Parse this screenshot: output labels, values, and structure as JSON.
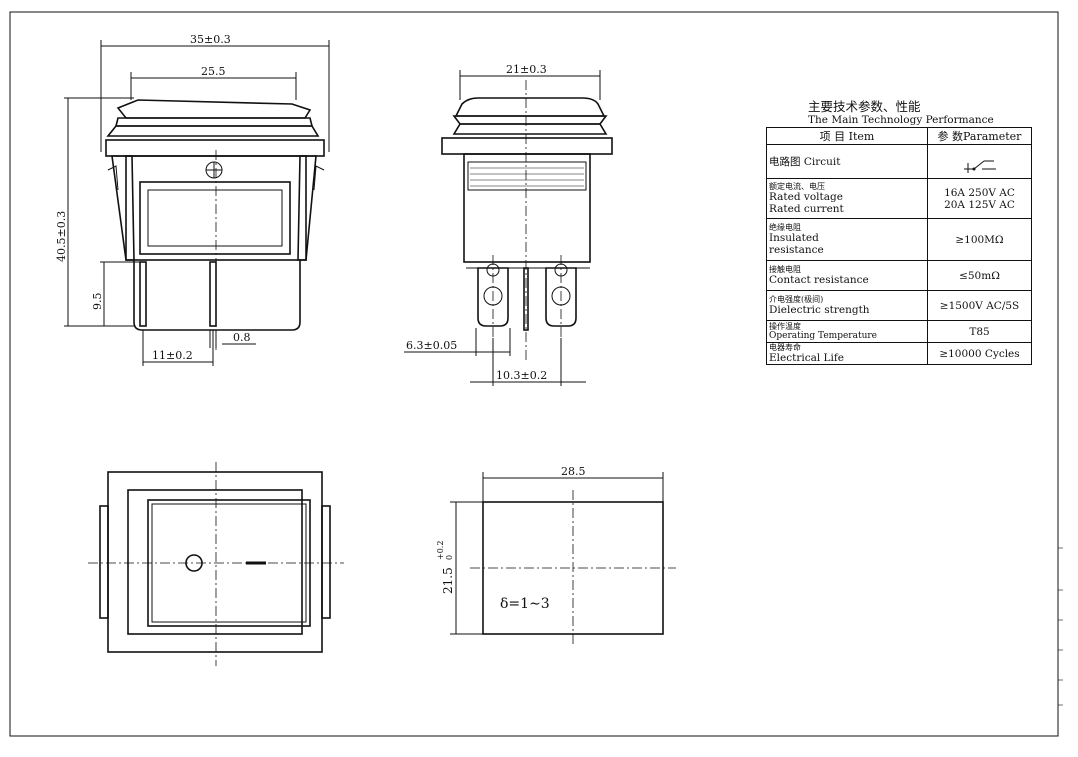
{
  "dimensions": {
    "front_width": "35±0.3",
    "front_body_width": "25.5",
    "side_width": "21±0.3",
    "height": "40.5±0.3",
    "terminal_length": "9.5",
    "terminal_thickness": "0.8",
    "terminal_spacing": "11±0.2",
    "terminal_width": "6.3±0.05",
    "side_terminal_spacing": "10.3±0.2",
    "cutout_width": "28.5",
    "cutout_height": "21.5",
    "cutout_height_tol_upper": "+0.2",
    "cutout_height_tol_lower": "0",
    "panel_thickness": "δ=1∼3"
  },
  "spec_table": {
    "title_cn": "主要技术参数、性能",
    "title_en": "The Main Technology Performance",
    "header_item": "项 目 Item",
    "header_param": "参 数Parameter",
    "rows": [
      {
        "item_cn": "",
        "item_en": "电路图 Circuit",
        "param": ""
      },
      {
        "item_cn": "额定电流、电压",
        "item_en": "Rated voltage\nRated current",
        "param": "16A 250V AC\n20A 125V AC"
      },
      {
        "item_cn": "绝缘电阻",
        "item_en": "Insulated\nresistance",
        "param": "≥100MΩ"
      },
      {
        "item_cn": "接触电阻",
        "item_en": "Contact resistance",
        "param": "≤50mΩ"
      },
      {
        "item_cn": "介电强度(极间)",
        "item_en": "Dielectric strength",
        "param": "≥1500V AC/5S"
      },
      {
        "item_cn": "操作温度",
        "item_en": "Operating Temperature",
        "param": "T85"
      },
      {
        "item_cn": "电器寿命",
        "item_en": "Electrical Life",
        "param": "≥10000  Cycles"
      }
    ]
  }
}
